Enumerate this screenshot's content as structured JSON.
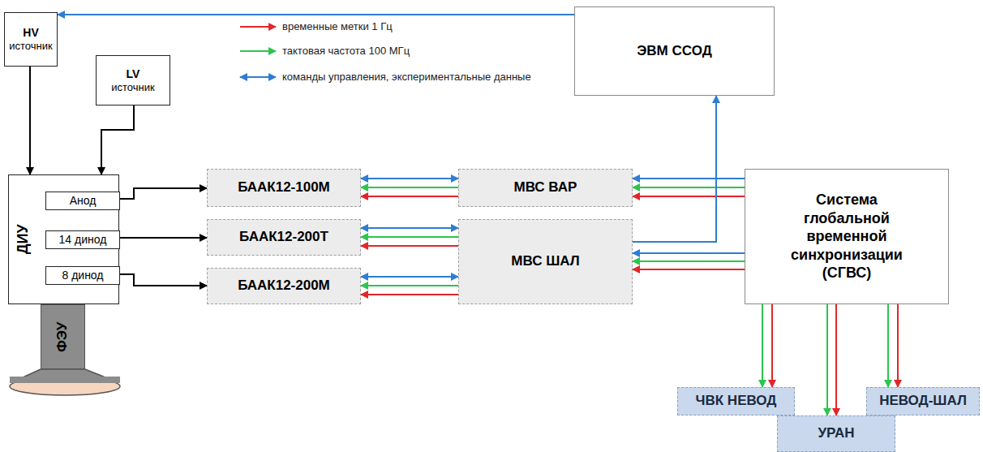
{
  "diagram": {
    "nodes": [
      {
        "text": [
          "HV",
          "источник"
        ]
      },
      {
        "text": [
          "LV",
          "источник"
        ]
      },
      {
        "text": [
          "ЭВМ ССОД"
        ]
      },
      {
        "text": [
          "ДИУ"
        ]
      },
      {
        "text": [
          "Анод"
        ],
        "in": 3
      },
      {
        "text": [
          "14 динод"
        ],
        "in": 3
      },
      {
        "text": [
          "8 динод"
        ],
        "in": 3
      },
      {
        "text": [
          "ФЭУ"
        ]
      },
      {
        "text": [
          "БААК12-100М"
        ]
      },
      {
        "text": [
          "БААК12-200Т"
        ]
      },
      {
        "text": [
          "БААК12-200М"
        ]
      },
      {
        "text": [
          "МВС ВАР"
        ]
      },
      {
        "text": [
          "МВС ШАЛ"
        ]
      },
      {
        "text": [
          "Система глобальной временной синхронизации (СГВС)"
        ]
      },
      {
        "text": [
          "ЧВК НЕВОД"
        ]
      },
      {
        "text": [
          "УРАН"
        ]
      },
      {
        "text": [
          "НЕВОД-ШАЛ"
        ]
      }
    ],
    "edges": [
      {
        "from": 2,
        "to": 0,
        "arrow": "to"
      },
      {
        "from": 0,
        "to": 3,
        "arrow": "to"
      },
      {
        "from": 1,
        "to": 3,
        "arrow": "to"
      },
      {
        "from": 4,
        "to": 8,
        "arrow": "to"
      },
      {
        "from": 5,
        "to": 9,
        "arrow": "to"
      },
      {
        "from": 6,
        "to": 10,
        "arrow": "to"
      },
      {
        "from": 11,
        "to": 8,
        "arrow": "both"
      },
      {
        "from": 11,
        "to": 8,
        "arrow": "to"
      },
      {
        "from": 11,
        "to": 8,
        "arrow": "to"
      },
      {
        "from": 12,
        "to": 9,
        "arrow": "both"
      },
      {
        "from": 12,
        "to": 9,
        "arrow": "to"
      },
      {
        "from": 12,
        "to": 9,
        "arrow": "to"
      },
      {
        "from": 12,
        "to": 10,
        "arrow": "both"
      },
      {
        "from": 12,
        "to": 10,
        "arrow": "to"
      },
      {
        "from": 12,
        "to": 10,
        "arrow": "to"
      },
      {
        "from": 13,
        "to": 11,
        "arrow": "to"
      },
      {
        "from": 13,
        "to": 11,
        "arrow": "to"
      },
      {
        "from": 13,
        "to": 11,
        "arrow": "to"
      },
      {
        "from": 13,
        "to": 12,
        "arrow": "to"
      },
      {
        "from": 13,
        "to": 12,
        "arrow": "to"
      },
      {
        "from": 13,
        "to": 12,
        "arrow": "to"
      },
      {
        "from": 12,
        "to": 2,
        "arrow": "to"
      },
      {
        "from": 13,
        "to": 14,
        "arrow": "to"
      },
      {
        "from": 13,
        "to": 14,
        "arrow": "to"
      },
      {
        "from": 13,
        "to": 15,
        "arrow": "to"
      },
      {
        "from": 13,
        "to": 15,
        "arrow": "to"
      },
      {
        "from": 13,
        "to": 16,
        "arrow": "to"
      },
      {
        "from": 13,
        "to": 16,
        "arrow": "to"
      }
    ],
    "legend": [
      {
        "text": "временные метки 1 Гц"
      },
      {
        "text": "тактовая частота 100 МГц"
      },
      {
        "text": "команды управления, экспериментальные данные"
      }
    ]
  }
}
